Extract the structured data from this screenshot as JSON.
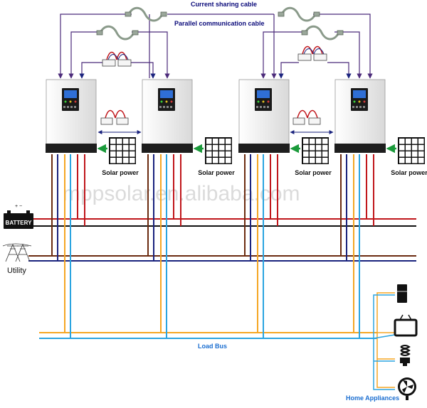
{
  "labels": {
    "current_sharing_cable": "Current sharing cable",
    "parallel_communication_cable": "Parallel communication cable",
    "solar_power": "Solar power",
    "battery": "BATTERY",
    "utility": "Utility",
    "load_bus": "Load Bus",
    "home_appliances": "Home Appliances"
  },
  "watermark": "mppsolar.en.alibaba.com",
  "inverter_count": 4,
  "colors": {
    "red_wire": "#c0161b",
    "brown_wire": "#6b2b10",
    "dark_blue_wire": "#1a237e",
    "orange_wire": "#f5a623",
    "light_blue_wire": "#2aa4e0",
    "comm_cable": "#4b2a7a",
    "solar_arrow": "#1a9a3a",
    "inverter_body": "#f2f2f2",
    "inverter_base": "#1e1e1e"
  }
}
